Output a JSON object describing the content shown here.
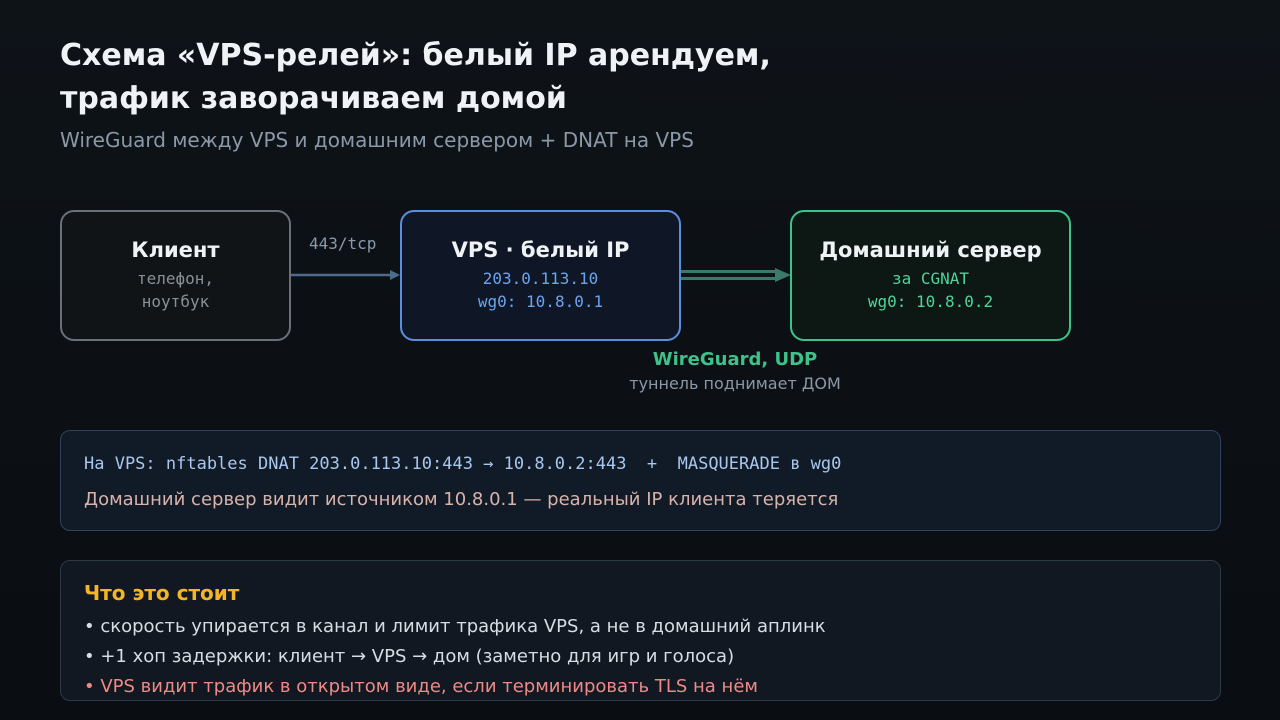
{
  "header": {
    "title_line1": "Схема «VPS-релей»: белый IP арендуем,",
    "title_line2": "трафик заворачиваем домой",
    "subtitle": "WireGuard между VPS и домашним сервером + DNAT на VPS"
  },
  "nodes": {
    "client": {
      "title": "Клиент",
      "lines": [
        "телефон,",
        "ноутбук"
      ]
    },
    "vps": {
      "title": "VPS · белый IP",
      "lines": [
        "203.0.113.10",
        "wg0: 10.8.0.1"
      ]
    },
    "home": {
      "title": "Домашний сервер",
      "lines": [
        "за CGNAT",
        "wg0: 10.8.0.2"
      ]
    }
  },
  "edges": {
    "client_to_vps": {
      "label": "443/tcp"
    },
    "tunnel": {
      "title": "WireGuard, UDP",
      "subtitle": "туннель поднимает ДОМ"
    }
  },
  "dnat_panel": {
    "command": "На VPS: nftables DNAT 203.0.113.10:443 → 10.8.0.2:443  +  MASQUERADE в wg0",
    "note": "Домашний сервер видит источником 10.8.0.1 — реальный IP клиента теряется"
  },
  "cost_panel": {
    "title": "Что это стоит",
    "items": [
      "• скорость упирается в канал и лимит трафика VPS, а не в домашний аплинк",
      "• +1 хоп задержки: клиент → VPS → дом (заметно для игр и голоса)",
      "• VPS видит трафик в открытом виде, если терминировать TLS на нём"
    ]
  },
  "colors": {
    "client_border": "#6b7078",
    "vps_border": "#5b8fde",
    "home_border": "#3bc48a",
    "tunnel_accent": "#3ec28b",
    "cost_title": "#f3b42a",
    "warning_text": "#ee8a85"
  }
}
